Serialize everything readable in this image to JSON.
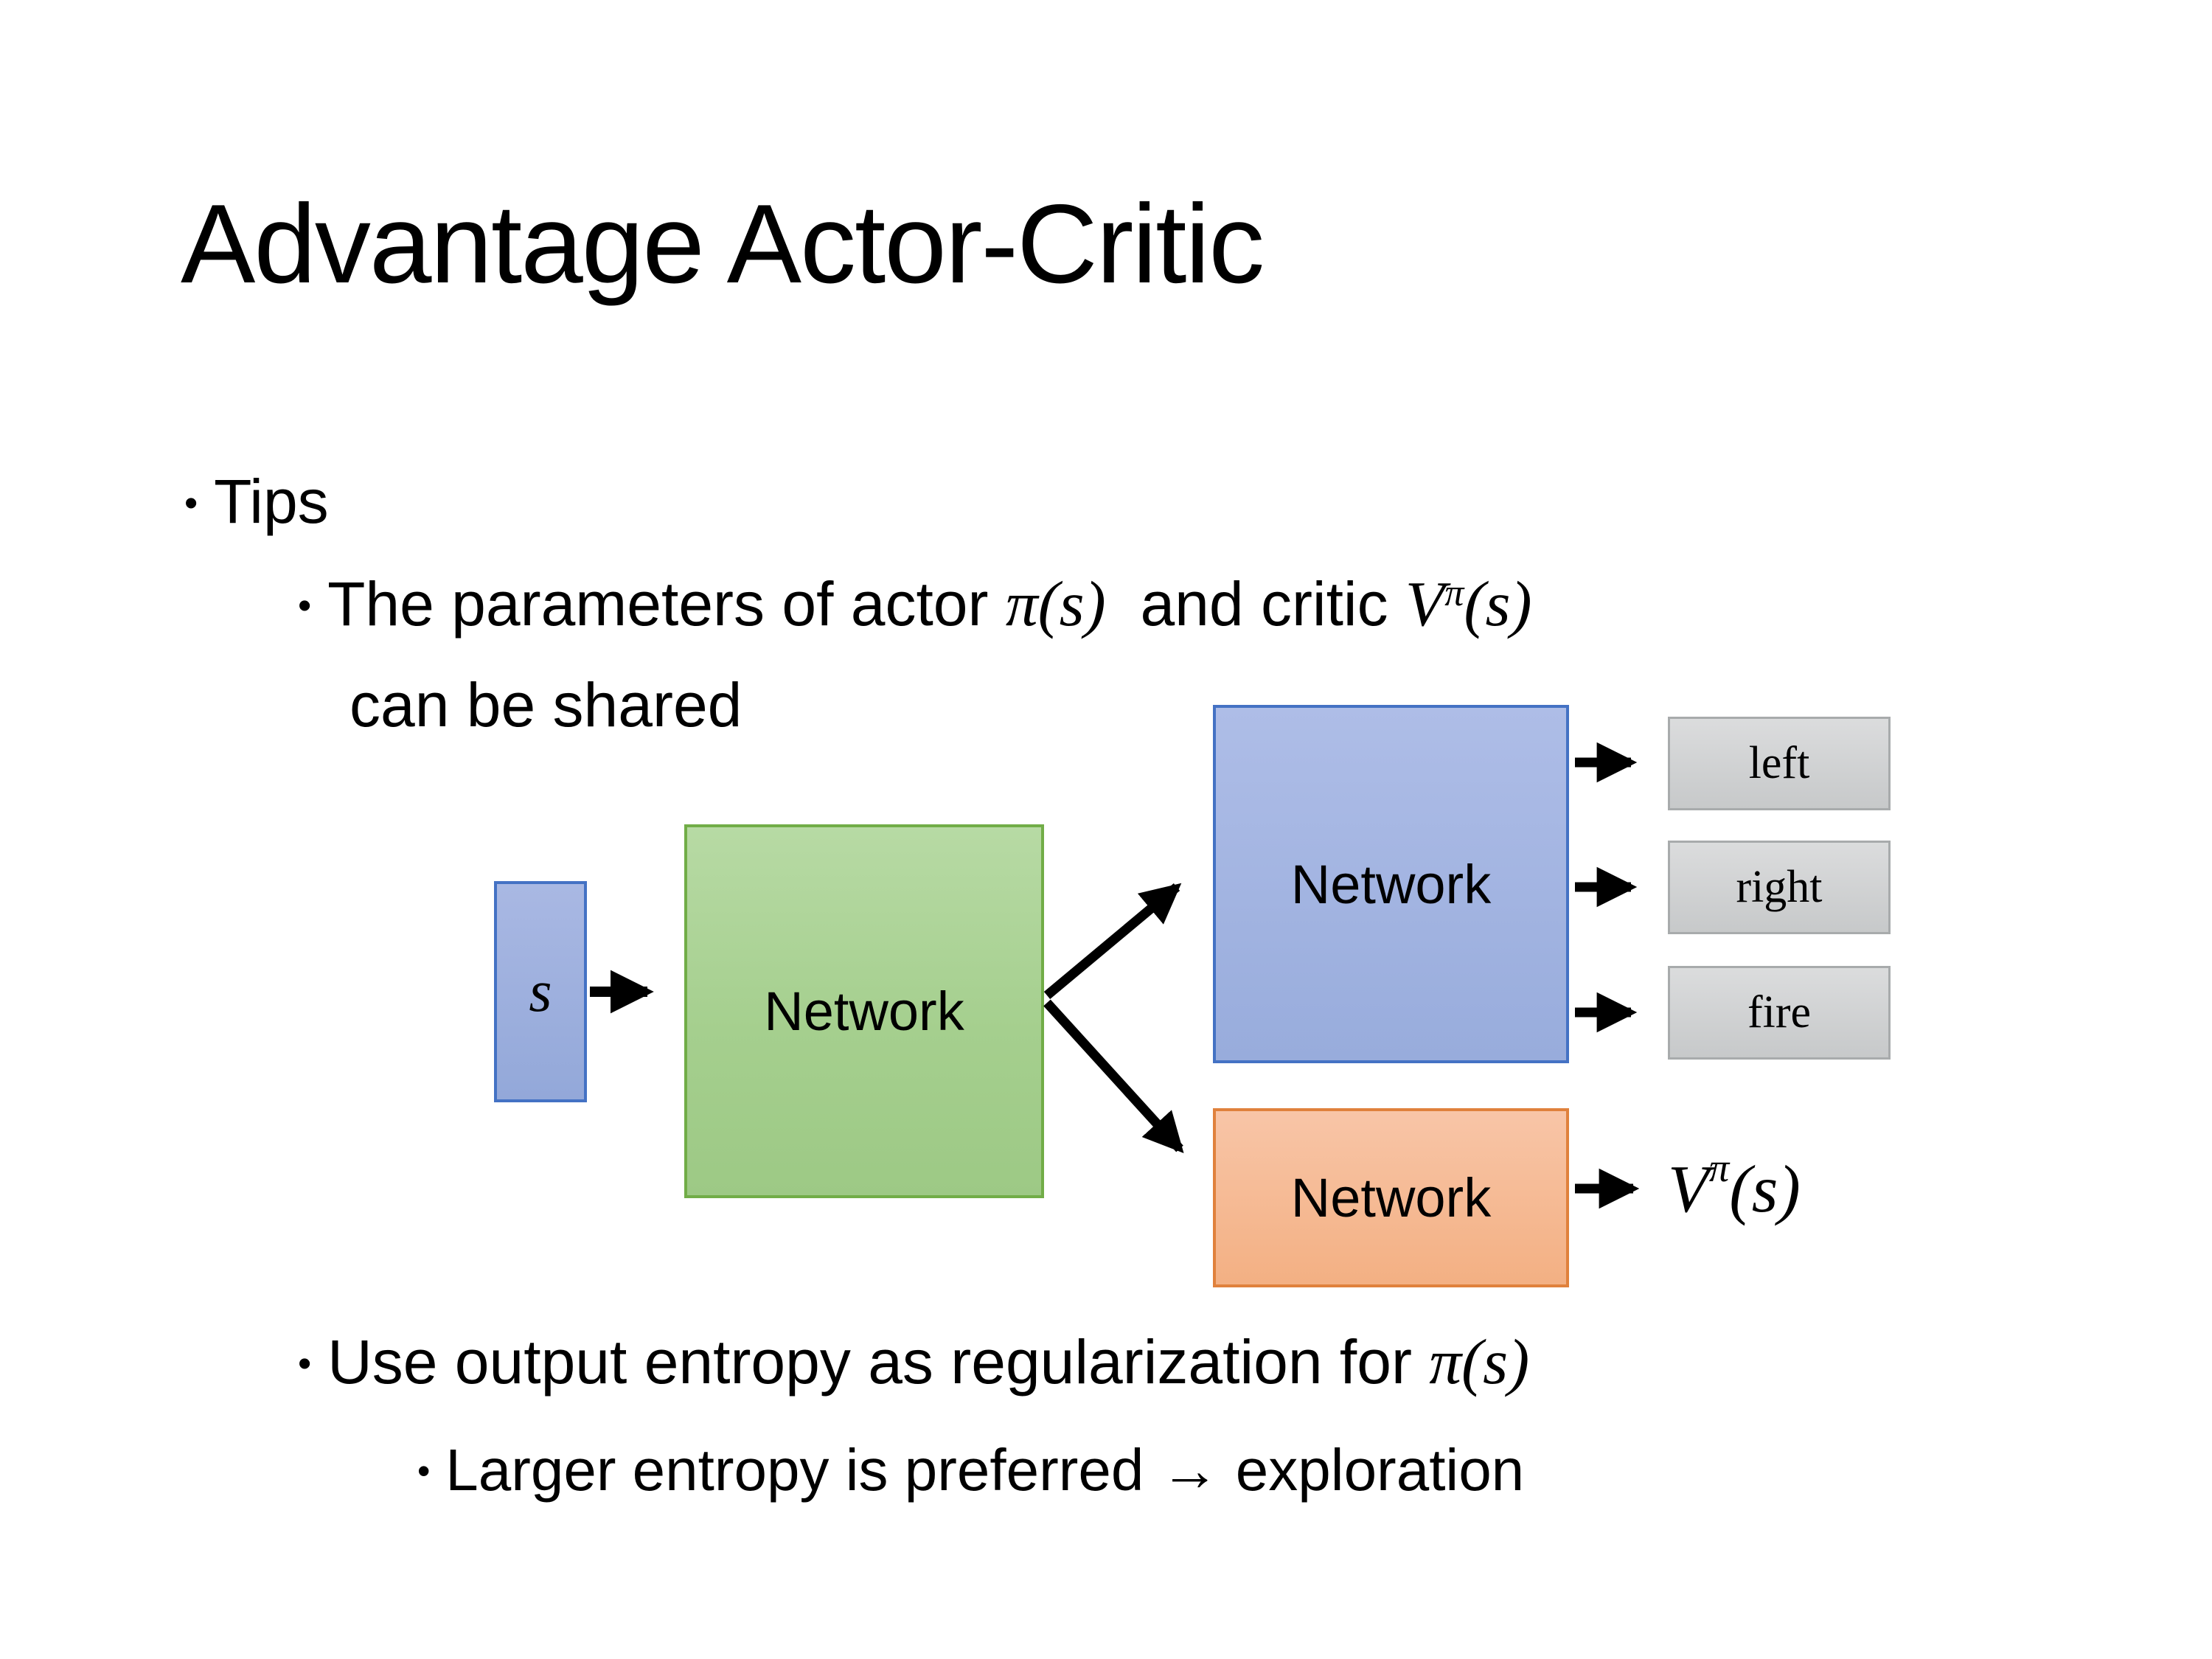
{
  "slide": {
    "title": "Advantage Actor-Critic",
    "bullet_glyph": "•",
    "bullets": {
      "tips": "Tips",
      "shared_text1": "The parameters of actor ",
      "shared_math1": "π(s)",
      "shared_text2": "  and critic ",
      "shared_math2_base": "V",
      "shared_math2_sup": "π",
      "shared_math2_arg": "(s)",
      "shared_line2": "can be shared",
      "entropy_text1": "Use output entropy as regularization for ",
      "entropy_math1": "π(s)",
      "exploration": "Larger entropy is preferred → exploration"
    }
  },
  "diagram": {
    "state_label": "s",
    "shared_network_label": "Network",
    "actor_network_label": "Network",
    "critic_network_label": "Network",
    "actions": [
      "left",
      "right",
      "fire"
    ],
    "value_base": "V",
    "value_sup": "π",
    "value_arg": "(s)",
    "colors": {
      "state_fill": "#9fb2dd",
      "state_border": "#4472c4",
      "shared_fill": "#a9d18e",
      "shared_border": "#71ad47",
      "actor_fill": "#a4b5e0",
      "actor_border": "#4472c4",
      "critic_fill": "#f5ba9a",
      "critic_border": "#e0813c",
      "action_fill": "#d0d2d3",
      "action_border": "#a8abac",
      "arrow": "#000000"
    }
  }
}
